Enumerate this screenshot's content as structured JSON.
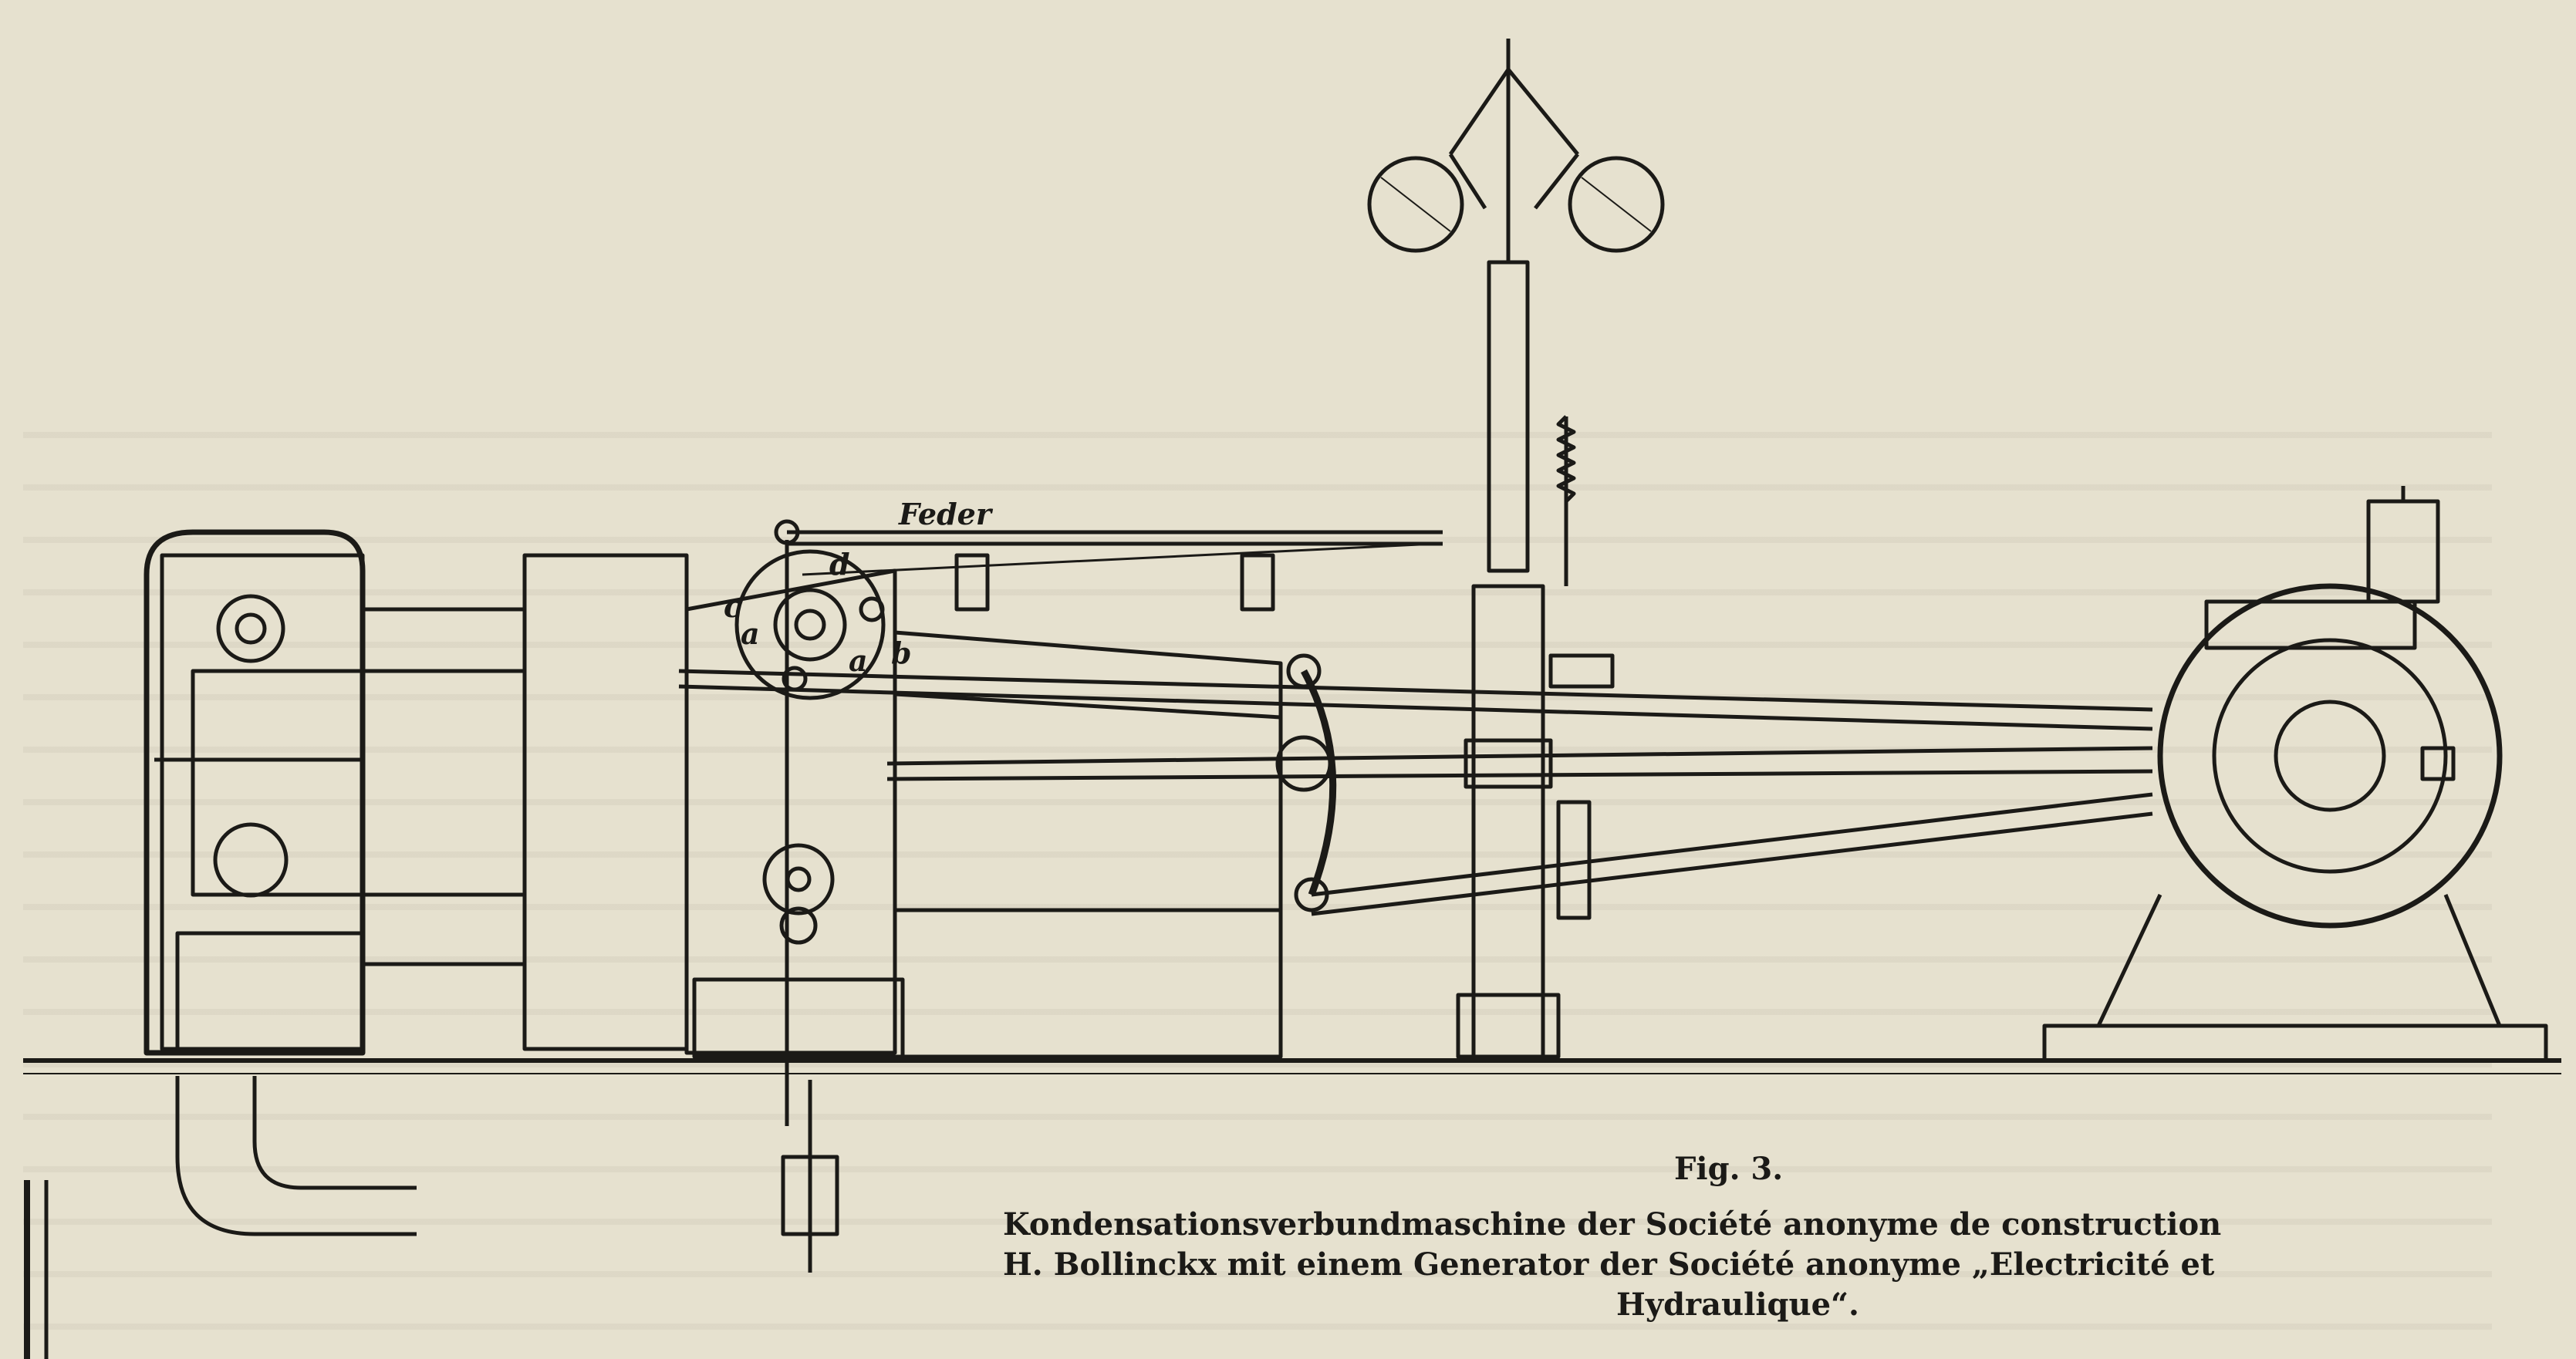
{
  "figure": {
    "label": "Fig. 3.",
    "caption_lines": [
      "Kondensationsverbundmaschine der Société anonyme de construction",
      "H. Bollinckx mit einem Generator der Société anonyme „Electricité et",
      "Hydraulique“."
    ],
    "drawing_labels": {
      "spring": "Feder",
      "a1": "a",
      "a2": "a",
      "b": "b",
      "c": "c",
      "d": "d"
    }
  },
  "colors": {
    "paper": "#e6e1cf",
    "ink": "#1b1a17"
  }
}
